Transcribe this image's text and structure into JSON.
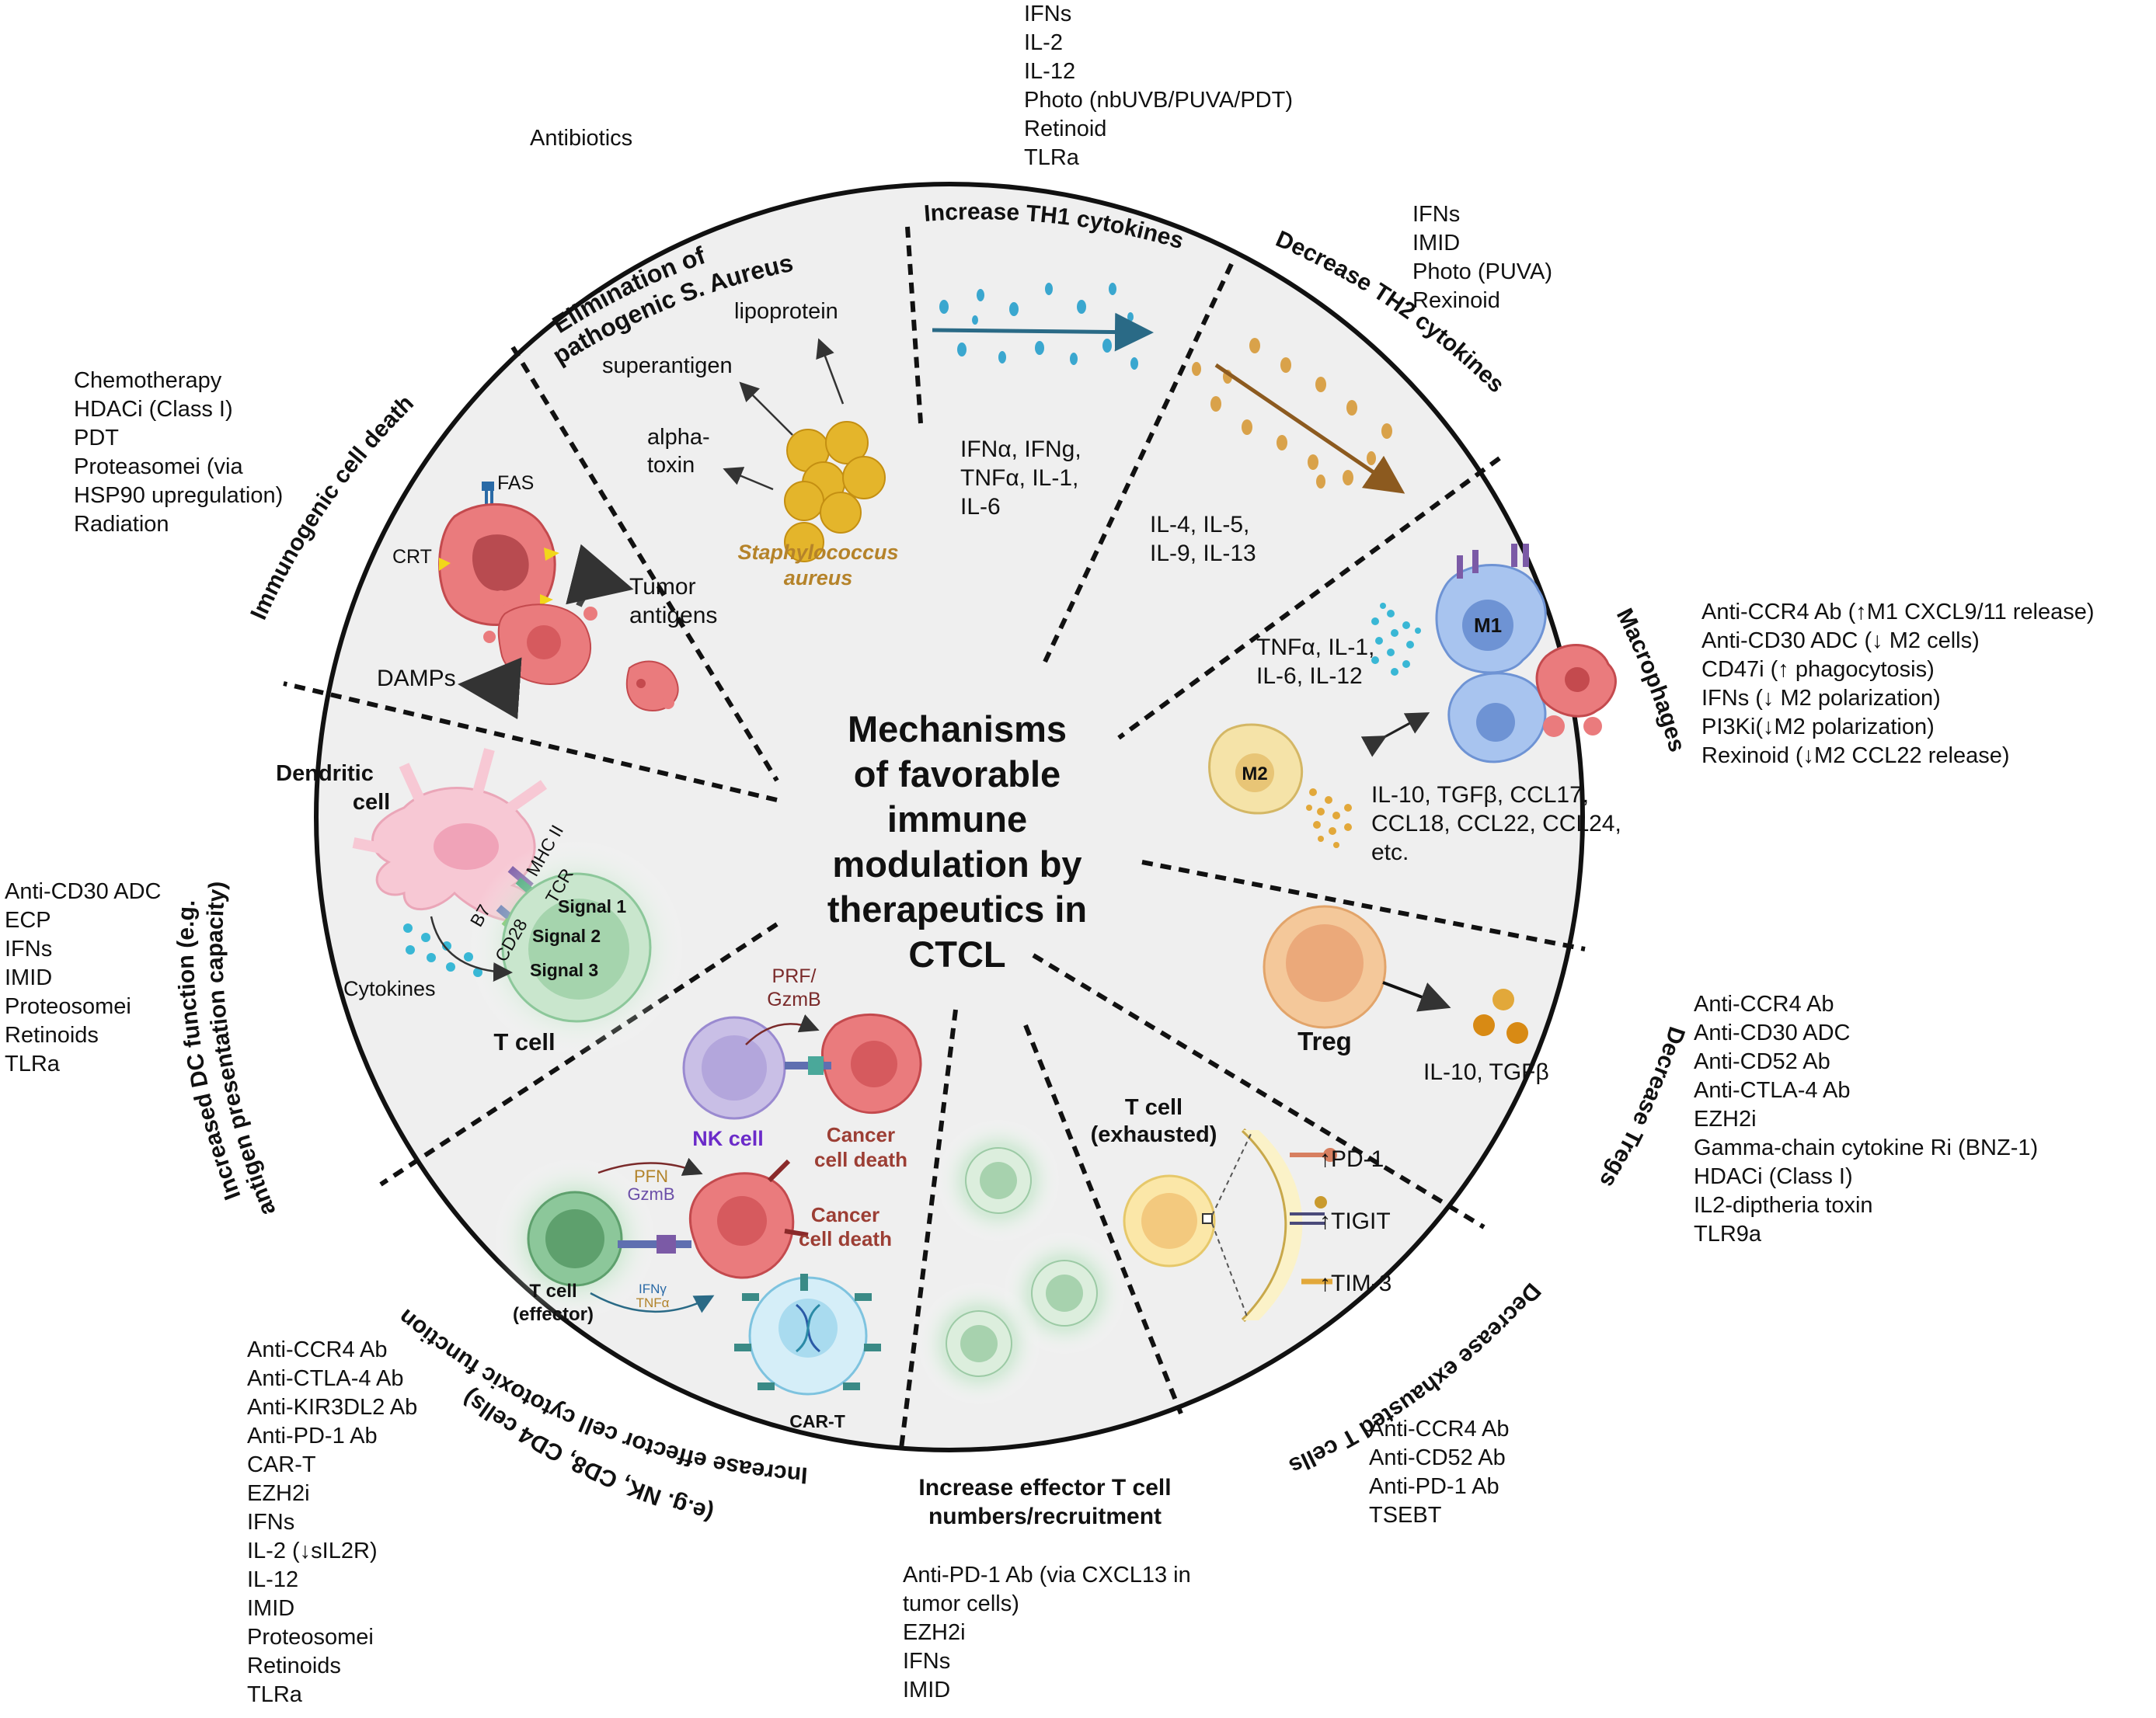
{
  "center_title": [
    "Mechanisms",
    "of favorable",
    "immune",
    "modulation by",
    "therapeutics in",
    "CTCL"
  ],
  "sections": {
    "th1": {
      "title": "Increase TH1 cytokines",
      "inner": [
        "IFNα, IFNg,",
        "TNFα, IL-1,",
        "IL-6"
      ],
      "therapies": [
        "IFNs",
        "IL-2",
        "IL-12",
        "Photo (nbUVB/PUVA/PDT)",
        "Retinoid",
        "TLRa"
      ]
    },
    "th2": {
      "title": "Decrease TH2 cytokines",
      "inner": [
        "IL-4, IL-5,",
        "IL-9, IL-13"
      ],
      "therapies": [
        "IFNs",
        "IMID",
        "Photo (PUVA)",
        "Rexinoid"
      ]
    },
    "macro": {
      "title": "Macrophages",
      "m1": "M1",
      "m2": "M2",
      "m1_cytokines": [
        "TNFα, IL-1,",
        "IL-6, IL-12"
      ],
      "m2_cytokines": [
        "IL-10, TGFβ, CCL17,",
        "CCL18, CCL22, CCL24,",
        "etc."
      ],
      "therapies": [
        "Anti-CCR4 Ab (↑M1 CXCL9/11 release)",
        "Anti-CD30 ADC (↓ M2 cells)",
        "CD47i (↑ phagocytosis)",
        "IFNs (↓ M2 polarization)",
        "PI3Ki(↓M2 polarization)",
        "Rexinoid (↓M2 CCL22 release)"
      ]
    },
    "treg": {
      "title": "Decrease Tregs",
      "cell": "Treg",
      "cytokines": "IL-10, TGFβ",
      "therapies": [
        "Anti-CCR4 Ab",
        "Anti-CD30 ADC",
        "Anti-CD52 Ab",
        "Anti-CTLA-4 Ab",
        "EZH2i",
        "Gamma-chain cytokine Ri (BNZ-1)",
        "HDACi (Class I)",
        "IL2-diptheria toxin",
        "TLR9a"
      ]
    },
    "exhausted": {
      "title": "Decrease exhausted T cells",
      "cell": [
        "T cell",
        "(exhausted)"
      ],
      "markers": [
        "↑PD-1",
        "↑TIGIT",
        "↑TIM-3"
      ],
      "therapies": [
        "Anti-CCR4 Ab",
        "Anti-CD52 Ab",
        "Anti-PD-1 Ab",
        "TSEBT"
      ]
    },
    "recruit": {
      "title": [
        "Increase effector T cell",
        "numbers/recruitment"
      ],
      "therapies": [
        "Anti-PD-1 Ab (via CXCL13 in",
        "tumor cells)",
        "EZH2i",
        "IFNs",
        "IMID"
      ]
    },
    "effector": {
      "title": [
        "Increase effector cell cytotoxic function",
        "(e.g. NK, CD8, CD4 cells)"
      ],
      "nk": "NK cell",
      "prf": [
        "PRF/",
        "GzmB"
      ],
      "pfn": [
        "PFN",
        "GzmB"
      ],
      "ifn": [
        "IFNγ",
        "TNFα"
      ],
      "death": [
        "Cancer",
        "cell death"
      ],
      "tcell": [
        "T cell",
        "(effector)"
      ],
      "cart": "CAR-T",
      "therapies": [
        "Anti-CCR4 Ab",
        "Anti-CTLA-4 Ab",
        "Anti-KIR3DL2 Ab",
        "Anti-PD-1 Ab",
        "CAR-T",
        "EZH2i",
        "IFNs",
        "IL-2 (↓sIL2R)",
        "IL-12",
        "IMID",
        "Proteosomei",
        "Retinoids",
        "TLRa"
      ]
    },
    "dc": {
      "title": [
        "Increased DC function (e.g.",
        "antigen presentation capacity)"
      ],
      "cell": [
        "Dendritic",
        "cell"
      ],
      "tcell": "T cell",
      "labels": {
        "mhc": "MHC II",
        "tcr": "TCR",
        "b7": "B7",
        "cd28": "CD28",
        "s1": "Signal 1",
        "s2": "Signal 2",
        "s3": "Signal 3",
        "cyto": "Cytokines"
      },
      "therapies": [
        "Anti-CD30 ADC",
        "ECP",
        "IFNs",
        "IMID",
        "Proteosomei",
        "Retinoids",
        "TLRa"
      ]
    },
    "icd": {
      "title": "Immunogenic cell death",
      "labels": {
        "fas": "FAS",
        "crt": "CRT",
        "tumor": [
          "Tumor",
          "antigens"
        ],
        "damps": "DAMPs"
      },
      "therapies": [
        "Chemotherapy",
        "HDACi (Class I)",
        "PDT",
        "Proteasomei (via",
        "HSP90 upregulation)",
        "Radiation"
      ]
    },
    "saureus": {
      "title": [
        "Elimination of",
        "pathogenic S. Aureus"
      ],
      "labels": {
        "lipo": "lipoprotein",
        "super": "superantigen",
        "alpha": [
          "alpha-",
          "toxin"
        ],
        "staph": [
          "Staphylococcus",
          "aureus"
        ]
      },
      "therapies": [
        "Antibiotics"
      ]
    }
  },
  "colors": {
    "disk": "#efefef",
    "m1": "#a8c4ef",
    "m2": "#f5e3a8",
    "treg": "#f4c89a",
    "tcell": "#8cc79a",
    "cancer": "#ea7b7d",
    "staph": "#e4b52b",
    "nk": "#c9bfe6",
    "th1_arrow": "#2a6a86",
    "th2_arrow": "#8c5a1f"
  }
}
